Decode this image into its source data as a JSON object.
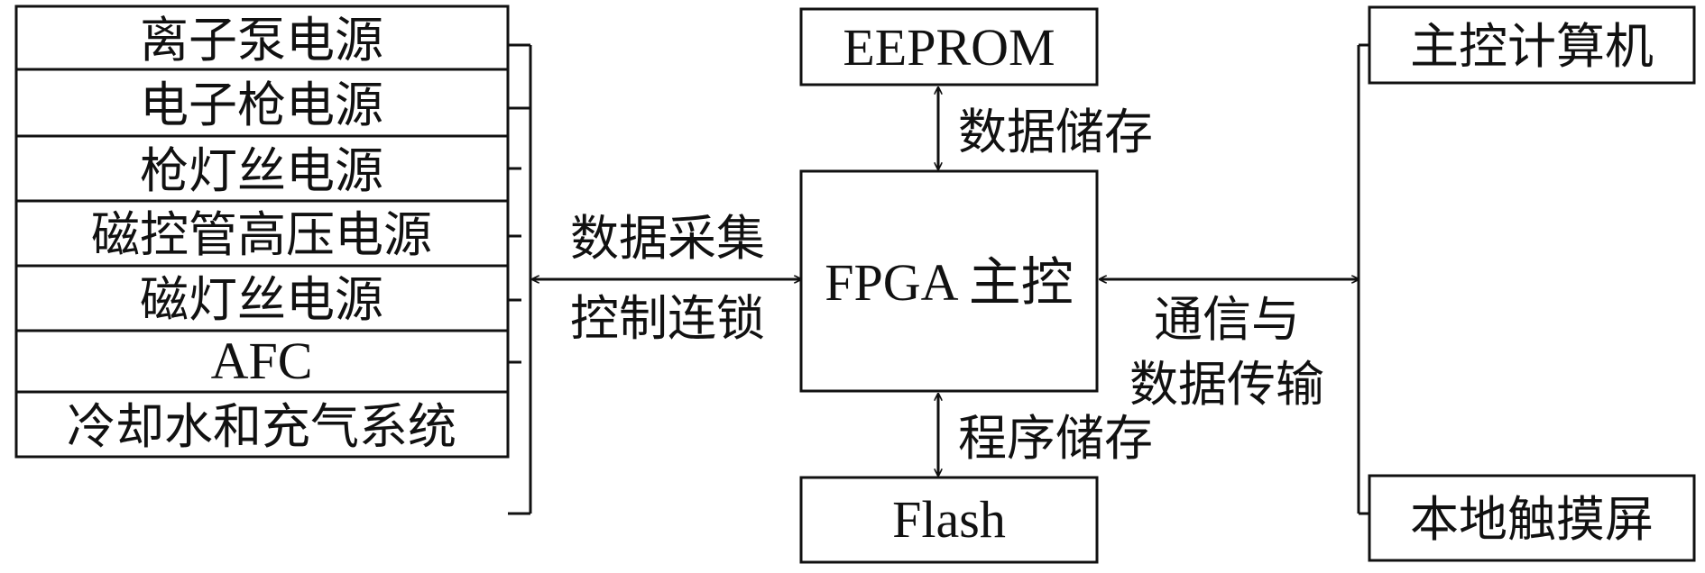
{
  "left_column": {
    "items": [
      "离子泵电源",
      "电子枪电源",
      "枪灯丝电源",
      "磁控管高压电源",
      "磁灯丝电源",
      "AFC",
      "冷却水和充气系统"
    ]
  },
  "center": {
    "top_box": "EEPROM",
    "main_box": "FPGA 主控",
    "bottom_box": "Flash"
  },
  "right_column": {
    "top_box": "主控计算机",
    "bottom_box": "本地触摸屏"
  },
  "labels": {
    "top_link": "数据储存",
    "bottom_link": "程序储存",
    "left_link_line1": "数据采集",
    "left_link_line2": "控制连锁",
    "right_link_line1": "通信与",
    "right_link_line2": "数据传输"
  }
}
